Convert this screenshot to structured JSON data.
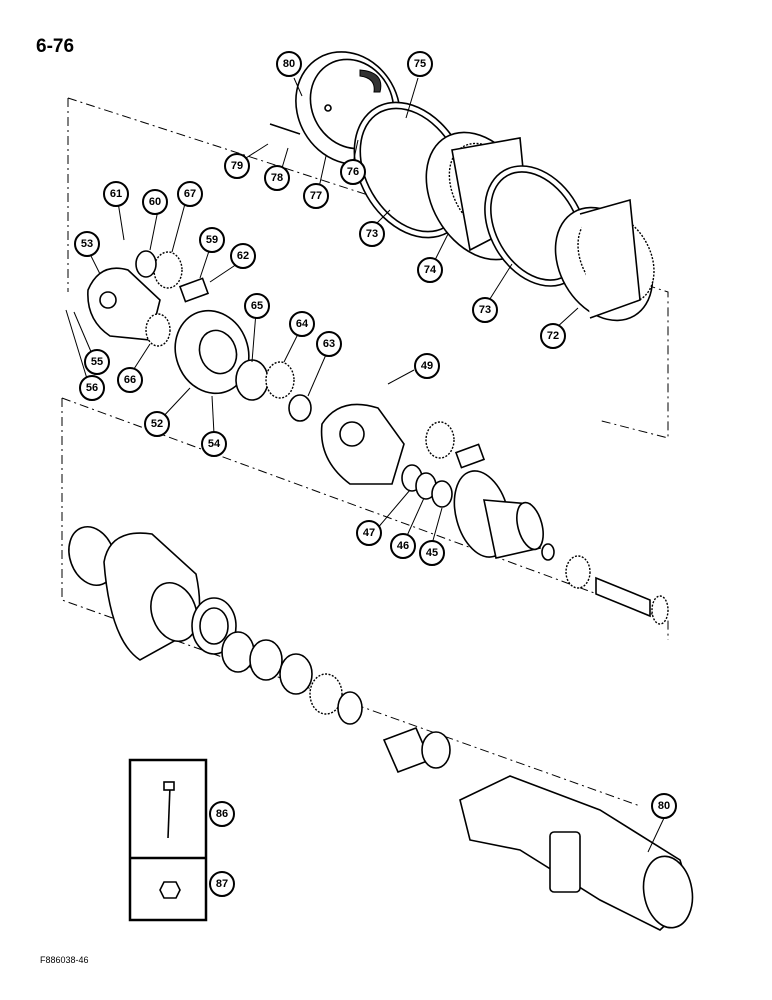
{
  "page_number": "6-76",
  "footer_code": "F886038-46",
  "callouts": [
    {
      "id": "c80a",
      "label": "80"
    },
    {
      "id": "c75",
      "label": "75"
    },
    {
      "id": "c79",
      "label": "79"
    },
    {
      "id": "c78",
      "label": "78"
    },
    {
      "id": "c77",
      "label": "77"
    },
    {
      "id": "c76",
      "label": "76"
    },
    {
      "id": "c73a",
      "label": "73"
    },
    {
      "id": "c61",
      "label": "61"
    },
    {
      "id": "c60",
      "label": "60"
    },
    {
      "id": "c67",
      "label": "67"
    },
    {
      "id": "c59",
      "label": "59"
    },
    {
      "id": "c62",
      "label": "62"
    },
    {
      "id": "c53",
      "label": "53"
    },
    {
      "id": "c74",
      "label": "74"
    },
    {
      "id": "c73b",
      "label": "73"
    },
    {
      "id": "c72",
      "label": "72"
    },
    {
      "id": "c65",
      "label": "65"
    },
    {
      "id": "c64",
      "label": "64"
    },
    {
      "id": "c63",
      "label": "63"
    },
    {
      "id": "c55",
      "label": "55"
    },
    {
      "id": "c56",
      "label": "56"
    },
    {
      "id": "c66",
      "label": "66"
    },
    {
      "id": "c52",
      "label": "52"
    },
    {
      "id": "c54",
      "label": "54"
    },
    {
      "id": "c49",
      "label": "49"
    },
    {
      "id": "c47",
      "label": "47"
    },
    {
      "id": "c46",
      "label": "46"
    },
    {
      "id": "c45",
      "label": "45"
    },
    {
      "id": "c86",
      "label": "86"
    },
    {
      "id": "c87",
      "label": "87"
    },
    {
      "id": "c80b",
      "label": "80"
    }
  ]
}
